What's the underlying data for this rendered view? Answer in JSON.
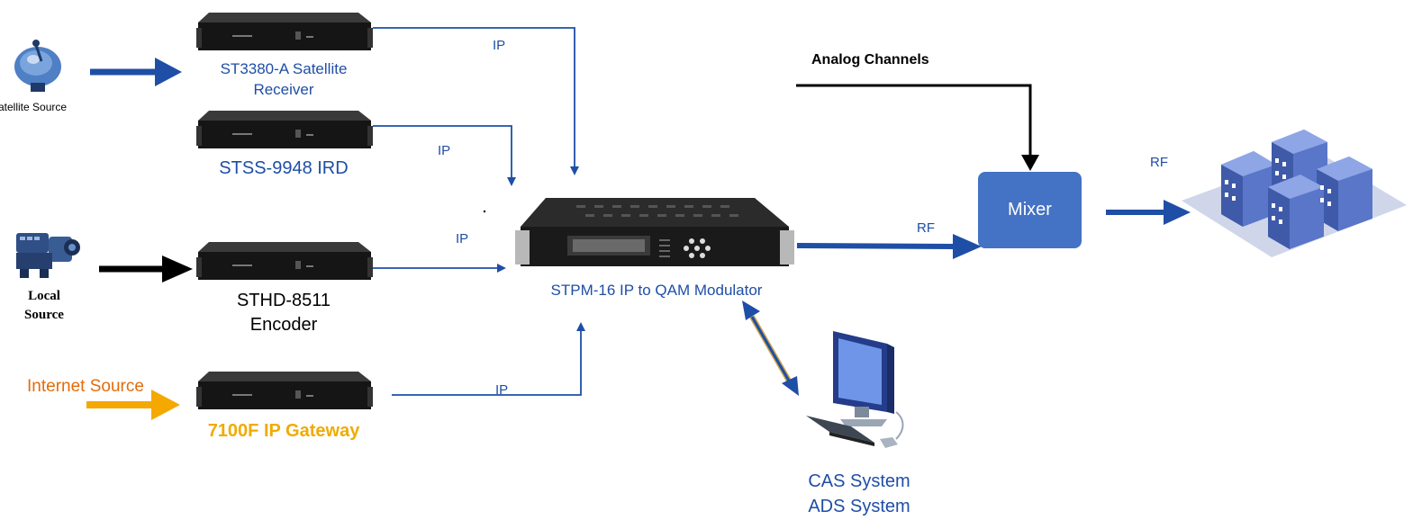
{
  "colors": {
    "flow_blue": "#1f4ea6",
    "mixer_fill": "#4472c4",
    "local_arrow": "#000000",
    "internet_orange": "#f5a800",
    "internet_label": "#e36c0a",
    "gateway_label": "#f0ab00"
  },
  "icons": [
    "satellite-dish-icon",
    "camera-icon",
    "rack-unit-icon",
    "modulator-icon",
    "computer-icon",
    "buildings-icon"
  ],
  "sources": {
    "satellite": "atellite Source",
    "local_line1": "Local",
    "local_line2": "Source",
    "internet": "Internet Source"
  },
  "devices": {
    "receiver_line1": "ST3380-A Satellite",
    "receiver_line2": "Receiver",
    "ird": "STSS-9948 IRD",
    "encoder_line1": "STHD-8511",
    "encoder_line2": "Encoder",
    "gateway": "7100F IP Gateway",
    "modulator": "STPM-16 IP to QAM Modulator",
    "mixer": "Mixer",
    "cas": "CAS System",
    "ads": "ADS System"
  },
  "links": {
    "ip": "IP",
    "rf": "RF",
    "analog": "Analog Channels"
  }
}
